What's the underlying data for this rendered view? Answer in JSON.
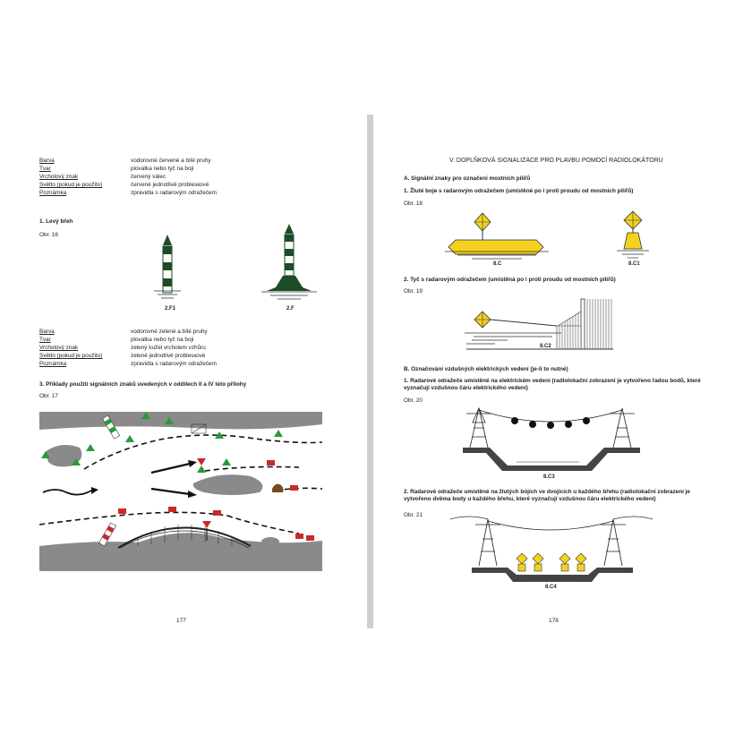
{
  "left_page": {
    "props1": [
      {
        "label": "Barva",
        "value": "vodorovné červené a bílé pruhy"
      },
      {
        "label": "Tvar",
        "value": "plovatka nebo tyč na boji"
      },
      {
        "label": "Vrcholový znak",
        "value": "červený válec"
      },
      {
        "label": "Světlo (pokud je použito)",
        "value": "červené jednotlivě problesкové"
      },
      {
        "label": "Poznámka",
        "value": "zpravidla s radarovým odražečem"
      }
    ],
    "heading1": "1. Levý břeh",
    "fig16": "Obr. 16",
    "caption_a": "2.F1",
    "caption_b": "2.F",
    "props2": [
      {
        "label": "Barva",
        "value": "vodorovné zelené a bílé pruhy"
      },
      {
        "label": "Tvar",
        "value": "plovatka nebo tyč na boji"
      },
      {
        "label": "Vrcholový znak",
        "value": "zelený kužel vrcholem vzhůru"
      },
      {
        "label": "Světlo (pokud je použito)",
        "value": "zelené jednotlivě problesкové"
      },
      {
        "label": "Poznámka",
        "value": "zpravidla s radarovým odražečem"
      }
    ],
    "heading3": "3. Příklady použití signálních znaků uvedených v oddílech II a IV této přílohy",
    "fig17": "Obr. 17",
    "page_number": "177"
  },
  "right_page": {
    "title": "V. DOPLŇKOVÁ SIGNALIZACE PRO PLAVBU POMOCÍ RADIOLOKÁTORU",
    "secA": "A. Signální znaky pro označení mostních pilířů",
    "item1": "1. Žluté boje s radarovým odražečem (umístěné po i proti proudu od mostních pilířů)",
    "fig18": "Obr. 18",
    "cap_8C": "8.C",
    "cap_8C1": "8.C1",
    "item2": "2. Tyč s radarovým odražečem (umístěná po i proti proudu od mostních pilířů)",
    "fig19": "Obr. 19",
    "cap_8C2": "8.C2",
    "secB": "B. Označování vzdušných elektrických vedení (je-li to nutné)",
    "itemB1": "1. Radarové odražeče umístěné na elektrickém vedení (radiolokační zobrazení je vytvořeno řadou bodů, které vyznačují vzdušnou čáru elektrického vedení)",
    "fig20": "Obr. 20",
    "cap_8C3": "8.C3",
    "itemB2": "2. Radarové odražeče umístěné na žlutých bójích ve dvojicích u každého břehu (radiolokační zobrazení je vytvořeno dvěma body u každého břehu, které vyznačují vzdušnou čáru elektrického vedení)",
    "fig21": "Obr. 21",
    "cap_8C4": "8.C4",
    "page_number": "178"
  }
}
